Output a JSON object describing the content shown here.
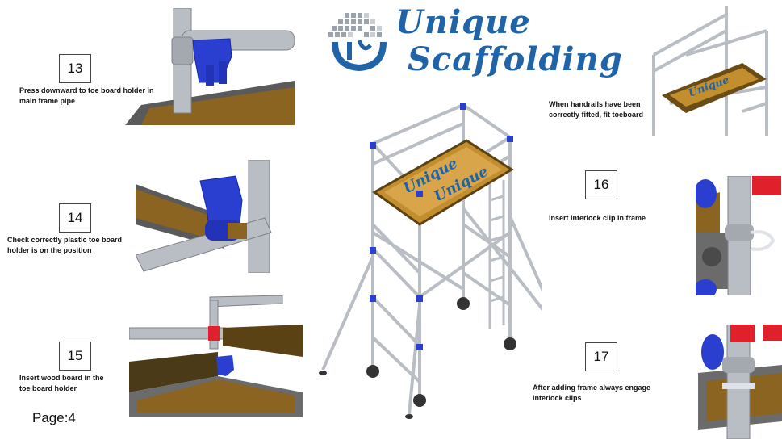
{
  "brand": {
    "line1": "Unique",
    "line2": "Scaffolding",
    "logo_icon": "pixel-cloud-u-logo",
    "color": "#1f63a8"
  },
  "steps": [
    {
      "number": "13",
      "caption_lines": [
        "Press downward to toe board holder in",
        "main frame pipe"
      ]
    },
    {
      "number": "14",
      "caption_lines": [
        "Check correctly plastic toe board",
        "holder is on the position"
      ]
    },
    {
      "number": "15",
      "caption_lines": [
        "Insert wood board in the",
        "toe board holder"
      ]
    },
    {
      "number": "16",
      "caption_lines": [
        "Insert interlock clip in frame"
      ]
    },
    {
      "number": "17",
      "caption_lines": [
        "After adding frame always engage",
        "interlock clips"
      ]
    }
  ],
  "top_right_caption": [
    "When handrails have been",
    "correctly fitted, fit toeboard"
  ],
  "platform_label": "Unique",
  "page": "Page:4",
  "colors": {
    "pipe": "#b9bec4",
    "holder": "#2a3fd0",
    "clip": "#e0202a",
    "board": "#8a6420",
    "deck": "#c28e2e"
  }
}
